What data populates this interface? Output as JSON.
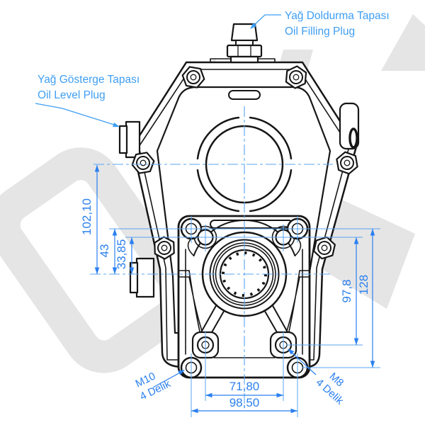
{
  "drawing_title": "Gearbox front view with mounting flange dimensions",
  "colors": {
    "line": "#161616",
    "dimension_blue": "#2b80ef",
    "label_blue": "#3f9ef3",
    "centerline_blue": "#5ba4f2",
    "watermark_gray": "#e5e5e5",
    "background": "#ffffff"
  },
  "labels": {
    "oil_filling_line1": "Yağ Doldurma Tapası",
    "oil_filling_line2": "Oil Filling Plug",
    "oil_level_line1": "Yağ Gösterge Tapası",
    "oil_level_line2": "Oil Level Plug",
    "m10_line1": "M10",
    "m10_line2": "4 Delik",
    "m8_line1": "M8",
    "m8_line2": "4 Delik"
  },
  "dimensions": {
    "center_to_center_height": "102,10",
    "flange_top_to_center": "43",
    "hole_row_to_center": "33,85",
    "inner_hole_height": "97,8",
    "outer_hole_height": "128",
    "inner_hole_width": "71,80",
    "outer_hole_width": "98,50"
  }
}
